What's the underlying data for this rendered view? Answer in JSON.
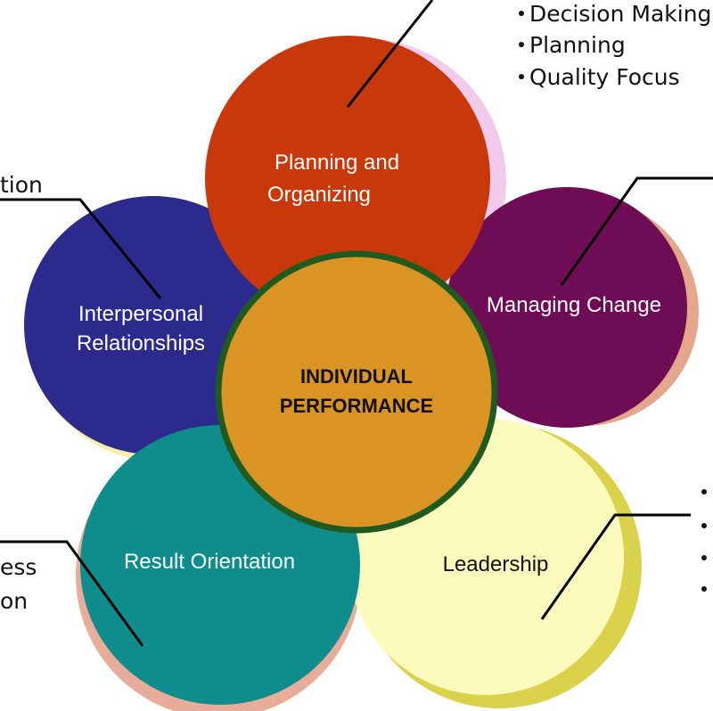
{
  "center": {
    "line1": "INDIVIDUAL",
    "line2": "PERFORMANCE"
  },
  "petals": {
    "planning": {
      "line1": "Planning and",
      "line2": "Organizing"
    },
    "managing_change": {
      "line1": "Managing Change"
    },
    "leadership": {
      "line1": "Leadership"
    },
    "result": {
      "line1": "Result Orientation"
    },
    "interpersonal": {
      "line1": "Interpersonal",
      "line2": "Relationships"
    }
  },
  "side_notes": {
    "top_right": [
      "Decision Making",
      "Planning",
      "Quality Focus"
    ],
    "left_top": "tion",
    "left_bottom": [
      "ess",
      "on"
    ]
  },
  "colors": {
    "planning": "#c8380a",
    "managing_change": "#6e0d55",
    "leadership": "#fcfbbd",
    "result": "#0e8d8c",
    "interpersonal": "#2c2a8c",
    "center": "#d99424",
    "center_ring": "#1f5a1f"
  }
}
